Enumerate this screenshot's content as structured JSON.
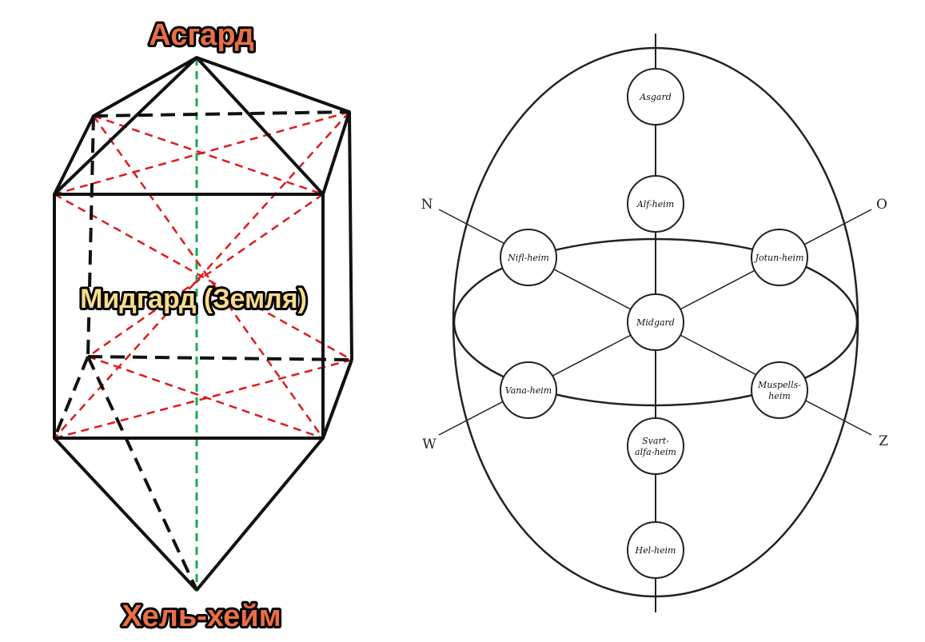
{
  "colors": {
    "asgard_label": "#e96f45",
    "midgard_label": "#f7dc8c",
    "hel_label": "#e96f45",
    "axis_line": "#1aaa55",
    "diagonals": "#e0191b",
    "edges": "#111111"
  },
  "left_diagram": {
    "top_label": "Асгард",
    "middle_label": "Мидгард (Земля)",
    "bottom_label": "Хель-хейм"
  },
  "right_diagram": {
    "nodes": {
      "asgard": [
        "Asgard"
      ],
      "alfheim": [
        "Alf-heim"
      ],
      "niflheim": [
        "Nifl-heim"
      ],
      "jotunheim": [
        "Jotun-heim"
      ],
      "midgard": [
        "Midgard"
      ],
      "vanaheim": [
        "Vana-heim"
      ],
      "muspellsheim": [
        "Muspells-",
        "heim"
      ],
      "svartalfaheim": [
        "Svart-",
        "alfa-heim"
      ],
      "helheim": [
        "Hel-heim"
      ]
    },
    "directions": {
      "n": "N",
      "o": "O",
      "w": "W",
      "z": "Z"
    }
  }
}
